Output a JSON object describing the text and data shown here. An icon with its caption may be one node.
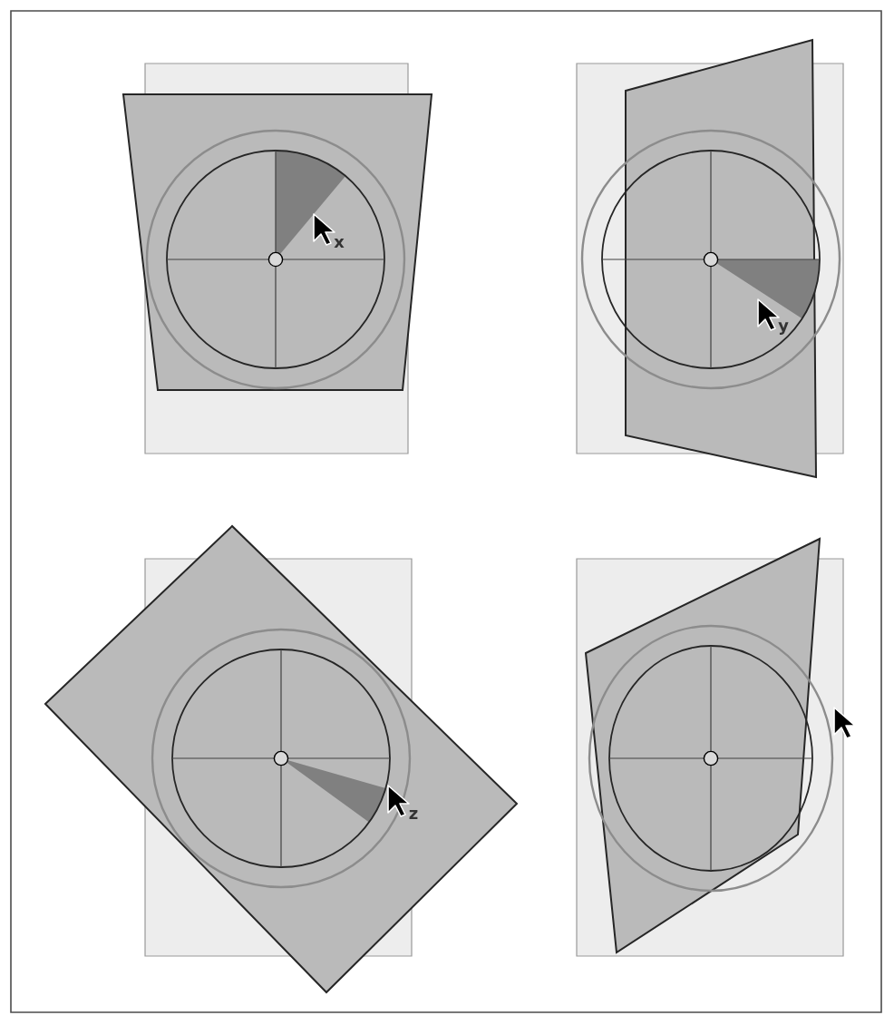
{
  "diagram": {
    "labels": [
      "x",
      "y",
      "z"
    ]
  }
}
